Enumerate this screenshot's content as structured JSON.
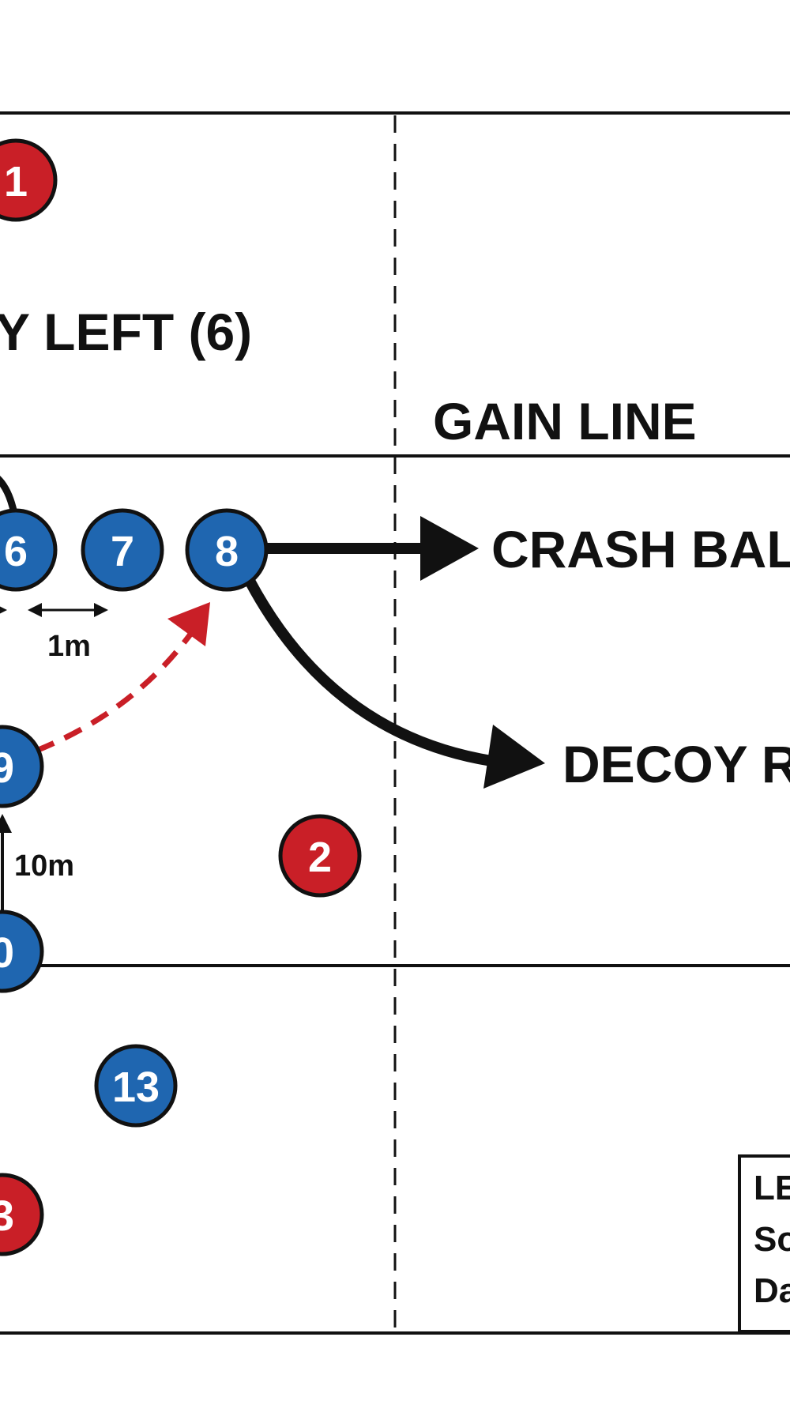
{
  "labels": {
    "left_heading": "Y LEFT (6)",
    "gain_line": "GAIN LINE",
    "crash_ball": "CRASH BALL (",
    "decoy_right": "DECOY RIG",
    "gap_1m": "1m",
    "depth_10m": "10m"
  },
  "attack_players": [
    "6",
    "7",
    "8",
    "9",
    "0",
    "13"
  ],
  "defence_players": [
    "1",
    "2",
    "3"
  ],
  "legend": {
    "line1": "LE",
    "line2": "So",
    "line3": "Da"
  },
  "colors": {
    "attack": "#1f66b0",
    "defence": "#c91f27",
    "pass_arrow": "#c91f27",
    "run_arrow": "#111111"
  }
}
